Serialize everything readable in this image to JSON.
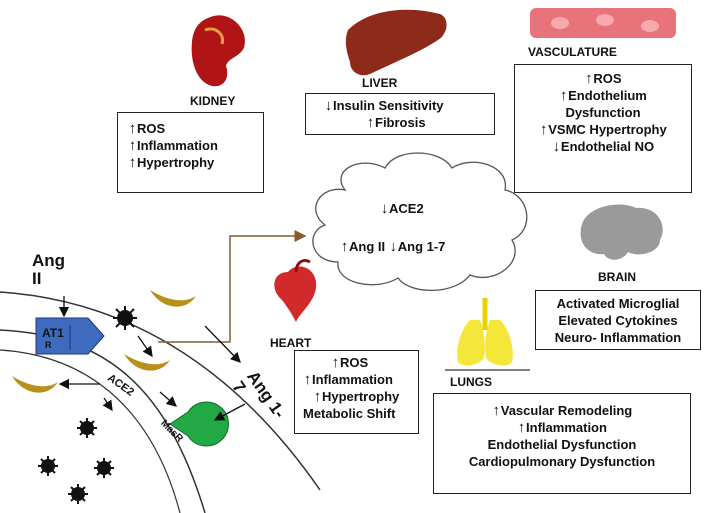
{
  "organs": {
    "kidney": {
      "title": "KIDNEY",
      "effects": [
        {
          "dir": "up",
          "text": "ROS"
        },
        {
          "dir": "up",
          "text": "Inflammation"
        },
        {
          "dir": "up",
          "text": "Hypertrophy"
        }
      ]
    },
    "liver": {
      "title": "LIVER",
      "effects": [
        {
          "dir": "down",
          "text": "Insulin Sensitivity"
        },
        {
          "dir": "up",
          "text": "Fibrosis"
        }
      ]
    },
    "vasculature": {
      "title": "VASCULATURE",
      "effects": [
        {
          "dir": "up",
          "text": "ROS"
        },
        {
          "dir": "up",
          "text": "Endothelium"
        },
        {
          "dir": "",
          "text": "Dysfunction"
        },
        {
          "dir": "up",
          "text": "VSMC  Hypertrophy"
        },
        {
          "dir": "down",
          "text": "Endothelial NO"
        }
      ]
    },
    "brain": {
      "title": "BRAIN",
      "effects": [
        {
          "dir": "",
          "text": "Activated Microglial"
        },
        {
          "dir": "",
          "text": "Elevated Cytokines"
        },
        {
          "dir": "",
          "text": "Neuro- Inflammation"
        }
      ]
    },
    "heart": {
      "title": "HEART",
      "effects": [
        {
          "dir": "up",
          "text": "ROS"
        },
        {
          "dir": "up",
          "text": "Inflammation"
        },
        {
          "dir": "up",
          "text": "Hypertrophy"
        },
        {
          "dir": "",
          "text": "Metabolic Shift"
        }
      ]
    },
    "lungs": {
      "title": "LUNGS",
      "effects": [
        {
          "dir": "up",
          "text": "Vascular Remodeling"
        },
        {
          "dir": "up",
          "text": "Inflammation"
        },
        {
          "dir": "",
          "text": "Endothelial Dysfunction"
        },
        {
          "dir": "",
          "text": "Cardiopulmonary Dysfunction"
        }
      ]
    }
  },
  "cloud": {
    "line1": {
      "dir": "down",
      "text": "ACE2"
    },
    "line2a": {
      "dir": "up",
      "text": "Ang II"
    },
    "line2b": {
      "dir": "down",
      "text": "Ang 1-7"
    }
  },
  "cell": {
    "ang2_label": "Ang\nII",
    "at1_label": "AT1",
    "at1_sub": "R",
    "ace2_label": "ACE2",
    "ang17_label": "Ang 1-\n7",
    "masr_label": "MasR"
  },
  "colors": {
    "receptor_blue": "#3f6bbf",
    "masr_green": "#22a844",
    "ang_gold": "#b8901a",
    "virus": "#111111",
    "connector_arrow": "#8b5a2b",
    "lungs_yellow": "#f5e63a",
    "heart_red": "#d22a2a",
    "brain_grey": "#9a9a9a",
    "kidney_red": "#b01414",
    "liver_brown": "#8e2a1a"
  }
}
